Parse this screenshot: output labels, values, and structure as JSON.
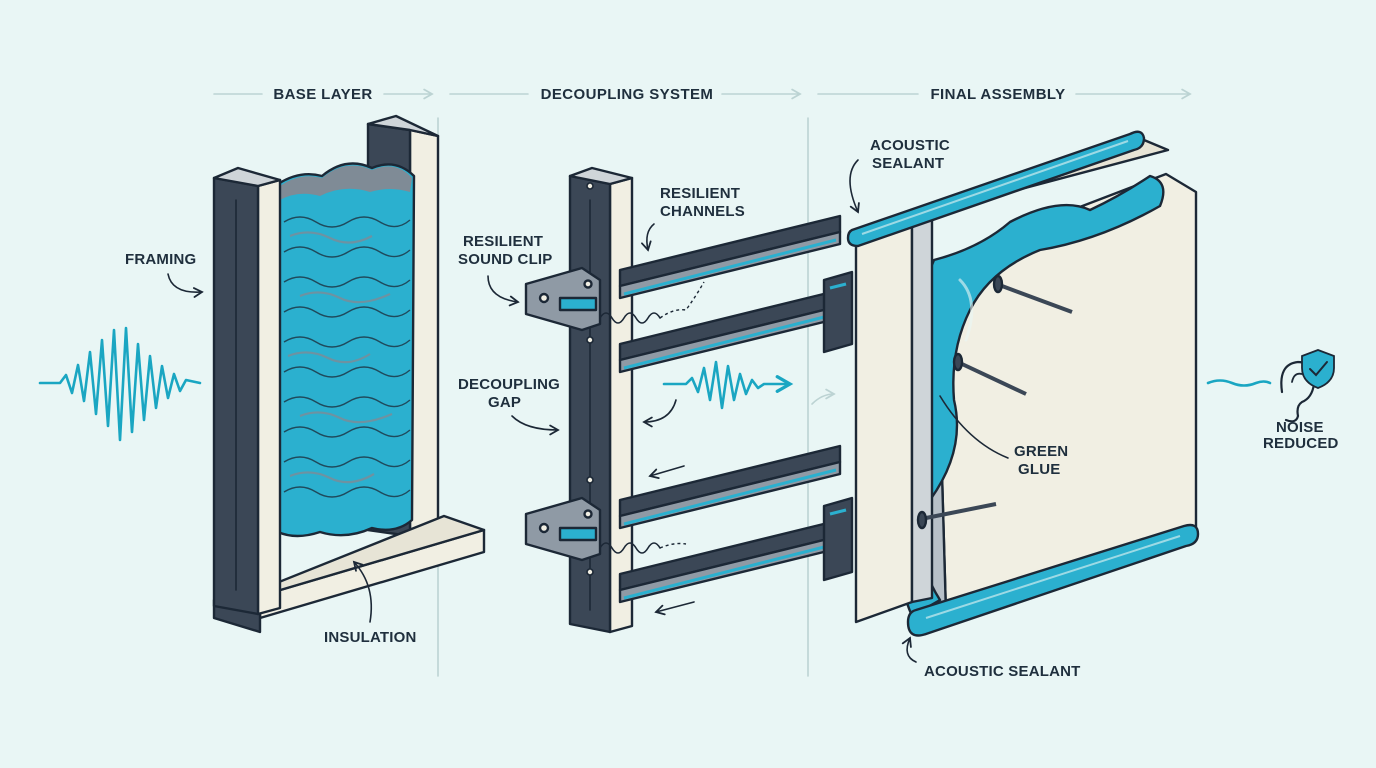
{
  "sections": {
    "base": "BASE LAYER",
    "decoupling": "DECOUPLING SYSTEM",
    "final": "FINAL ASSEMBLY"
  },
  "labels": {
    "framing": "FRAMING",
    "insulation": "INSULATION",
    "clip_l1": "RESILIENT",
    "clip_l2": "SOUND CLIP",
    "channels_l1": "RESILIENT",
    "channels_l2": "CHANNELS",
    "gap_l1": "DECOUPLING",
    "gap_l2": "GAP",
    "sealant_top_l1": "ACOUSTIC",
    "sealant_top_l2": "SEALANT",
    "sealant_bottom": "ACOUSTIC SEALANT",
    "glue_l1": "GREEN",
    "glue_l2": "GLUE",
    "noise_l1": "NOISE",
    "noise_l2": "REDUCED"
  },
  "icons": {
    "arrow": "arrow-right-icon",
    "ear": "ear-icon",
    "shield": "shield-check-icon",
    "wave": "sound-wave-icon"
  },
  "colors": {
    "background": "#e9f6f5",
    "accent": "#1aa6c2",
    "dark": "#3b4756",
    "panel": "#f1efe3",
    "outline": "#1c2836"
  }
}
